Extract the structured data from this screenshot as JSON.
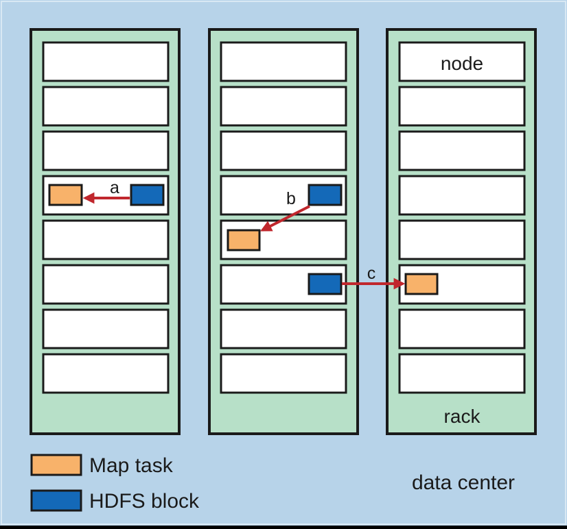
{
  "labels": {
    "node": "node",
    "rack": "rack",
    "data_center": "data center",
    "arrow_a": "a",
    "arrow_b": "b",
    "arrow_c": "c"
  },
  "legend": {
    "map_task": "Map task",
    "hdfs_block": "HDFS block"
  },
  "colors": {
    "background": "#b7d3e9",
    "rack_fill": "#b7e0c8",
    "node_fill": "#ffffff",
    "map_task": "#f8b26a",
    "hdfs_block": "#1469b8",
    "arrow": "#c0272d",
    "outline": "#1a1a1a"
  }
}
